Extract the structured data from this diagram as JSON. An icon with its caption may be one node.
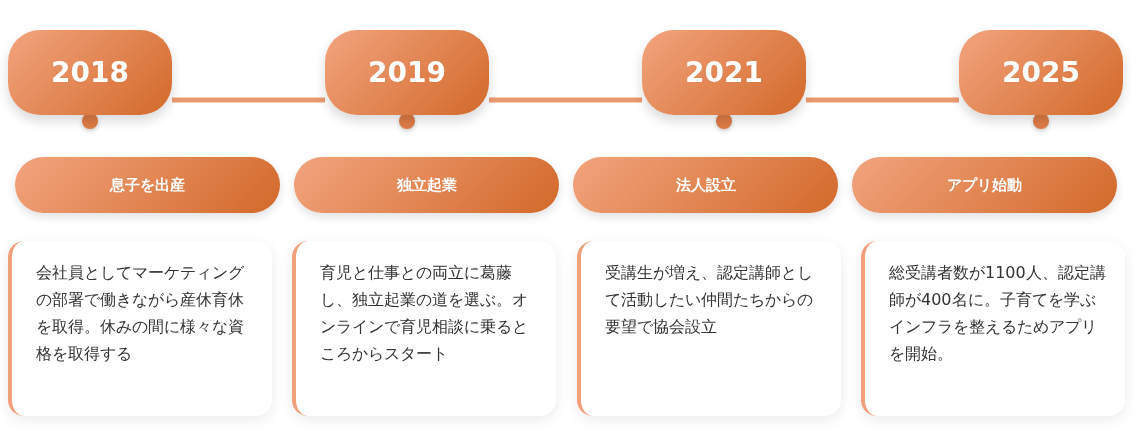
{
  "diagram": {
    "nodes": [
      {
        "text": [
          "2018"
        ]
      },
      {
        "text": [
          "2019"
        ]
      },
      {
        "text": [
          "2021"
        ]
      },
      {
        "text": [
          "2025"
        ]
      },
      {
        "text": [
          "息子を出産"
        ]
      },
      {
        "text": [
          "独立起業"
        ]
      },
      {
        "text": [
          "法人設立"
        ]
      },
      {
        "text": [
          "アプリ始動"
        ]
      },
      {
        "text": [
          "会社員としてマーケティングの部署で働きながら産休育休を取得。休みの間に様々な資格を取得する"
        ]
      },
      {
        "text": [
          "育児と仕事との両立に葛藤し、独立起業の道を選ぶ。オンラインで育児相談に乗るところからスタート"
        ]
      },
      {
        "text": [
          "受講生が増え、認定講師として活動したい仲間たちからの要望で協会設立"
        ]
      },
      {
        "text": [
          "総受講者数が1100人、認定講師が400名に。子育てを学ぶインフラを整えるためアプリを開始。"
        ]
      }
    ],
    "edges": [
      {
        "from": 0,
        "to": 1,
        "arrow": "none"
      },
      {
        "from": 1,
        "to": 2,
        "arrow": "none"
      },
      {
        "from": 2,
        "to": 3,
        "arrow": "none"
      }
    ]
  }
}
